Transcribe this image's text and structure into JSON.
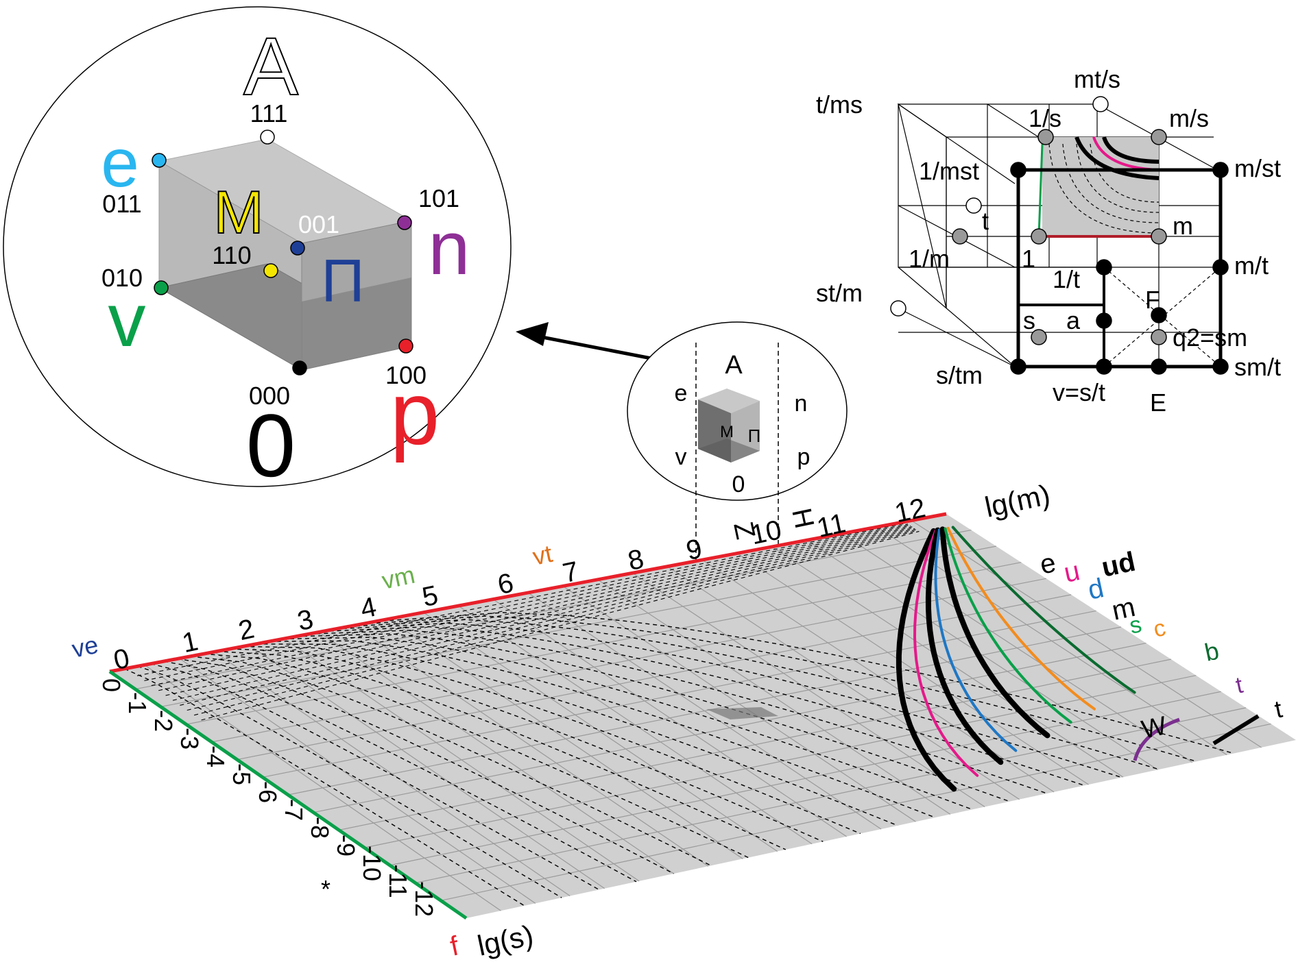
{
  "big_cube": {
    "title": "A",
    "face_m": "M",
    "face_p": "П",
    "corners": [
      {
        "code": "111",
        "letter": "",
        "color": "#ffffff"
      },
      {
        "code": "011",
        "letter": "e",
        "color": "#29b6f0"
      },
      {
        "code": "101",
        "letter": "n",
        "color": "#8e2f96"
      },
      {
        "code": "001",
        "letter": "",
        "color": "#1e3f96"
      },
      {
        "code": "110",
        "letter": "",
        "color": "#f5e600"
      },
      {
        "code": "010",
        "letter": "v",
        "color": "#0aa04a"
      },
      {
        "code": "100",
        "letter": "p",
        "color": "#e8202a"
      },
      {
        "code": "000",
        "letter": "0",
        "color": "#000000"
      }
    ]
  },
  "small_cube": {
    "top": "A",
    "left_top": "e",
    "left_bottom": "v",
    "right_top": "n",
    "right_bottom": "p",
    "bottom": "0",
    "face_m": "M",
    "face_p": "П"
  },
  "units_cube": {
    "labels": {
      "t_ms": "t/ms",
      "mt_s": "mt/s",
      "one_s": "1/s",
      "m_s": "m/s",
      "one_mst": "1/mst",
      "m_st": "m/st",
      "t": "t",
      "m": "m",
      "one_m": "1/m",
      "one": "1",
      "one_t": "1/t",
      "m_t": "m/t",
      "st_m": "st/m",
      "F": "F",
      "s": "s",
      "a": "a",
      "q2": "q2=sm",
      "s_tm": "s/tm",
      "v": "v=s/t",
      "sm_t": "sm/t",
      "E": "E"
    }
  },
  "plane": {
    "axis_m_label": "lg(m)",
    "axis_s_label": "lg(s)",
    "top_ticks": [
      "0",
      "1",
      "2",
      "3",
      "4",
      "5",
      "6",
      "7",
      "8",
      "9",
      "10",
      "11",
      "12"
    ],
    "left_ticks": [
      "0",
      "-1",
      "-2",
      "-3",
      "-4",
      "-5",
      "-6",
      "-7",
      "-8",
      "-9",
      "-10",
      "-11",
      "-12"
    ],
    "star_label": "*",
    "ve_label": "ve",
    "vm_label": "vm",
    "vt_label": "vt",
    "z_label": "Z",
    "h_label": "H",
    "f_label": "f",
    "particles": [
      {
        "name": "e",
        "color": "#000000"
      },
      {
        "name": "u",
        "color": "#e5198a"
      },
      {
        "name": "ud",
        "color": "#000000"
      },
      {
        "name": "d",
        "color": "#1f77c4"
      },
      {
        "name": "m",
        "color": "#000000"
      },
      {
        "name": "s",
        "color": "#0aa04a"
      },
      {
        "name": "c",
        "color": "#f28c1e"
      },
      {
        "name": "b",
        "color": "#0b6b30"
      },
      {
        "name": "t",
        "color": "#7b2f8e"
      },
      {
        "name": "W",
        "color": "#000000"
      },
      {
        "name": "t",
        "color": "#000000"
      }
    ]
  }
}
